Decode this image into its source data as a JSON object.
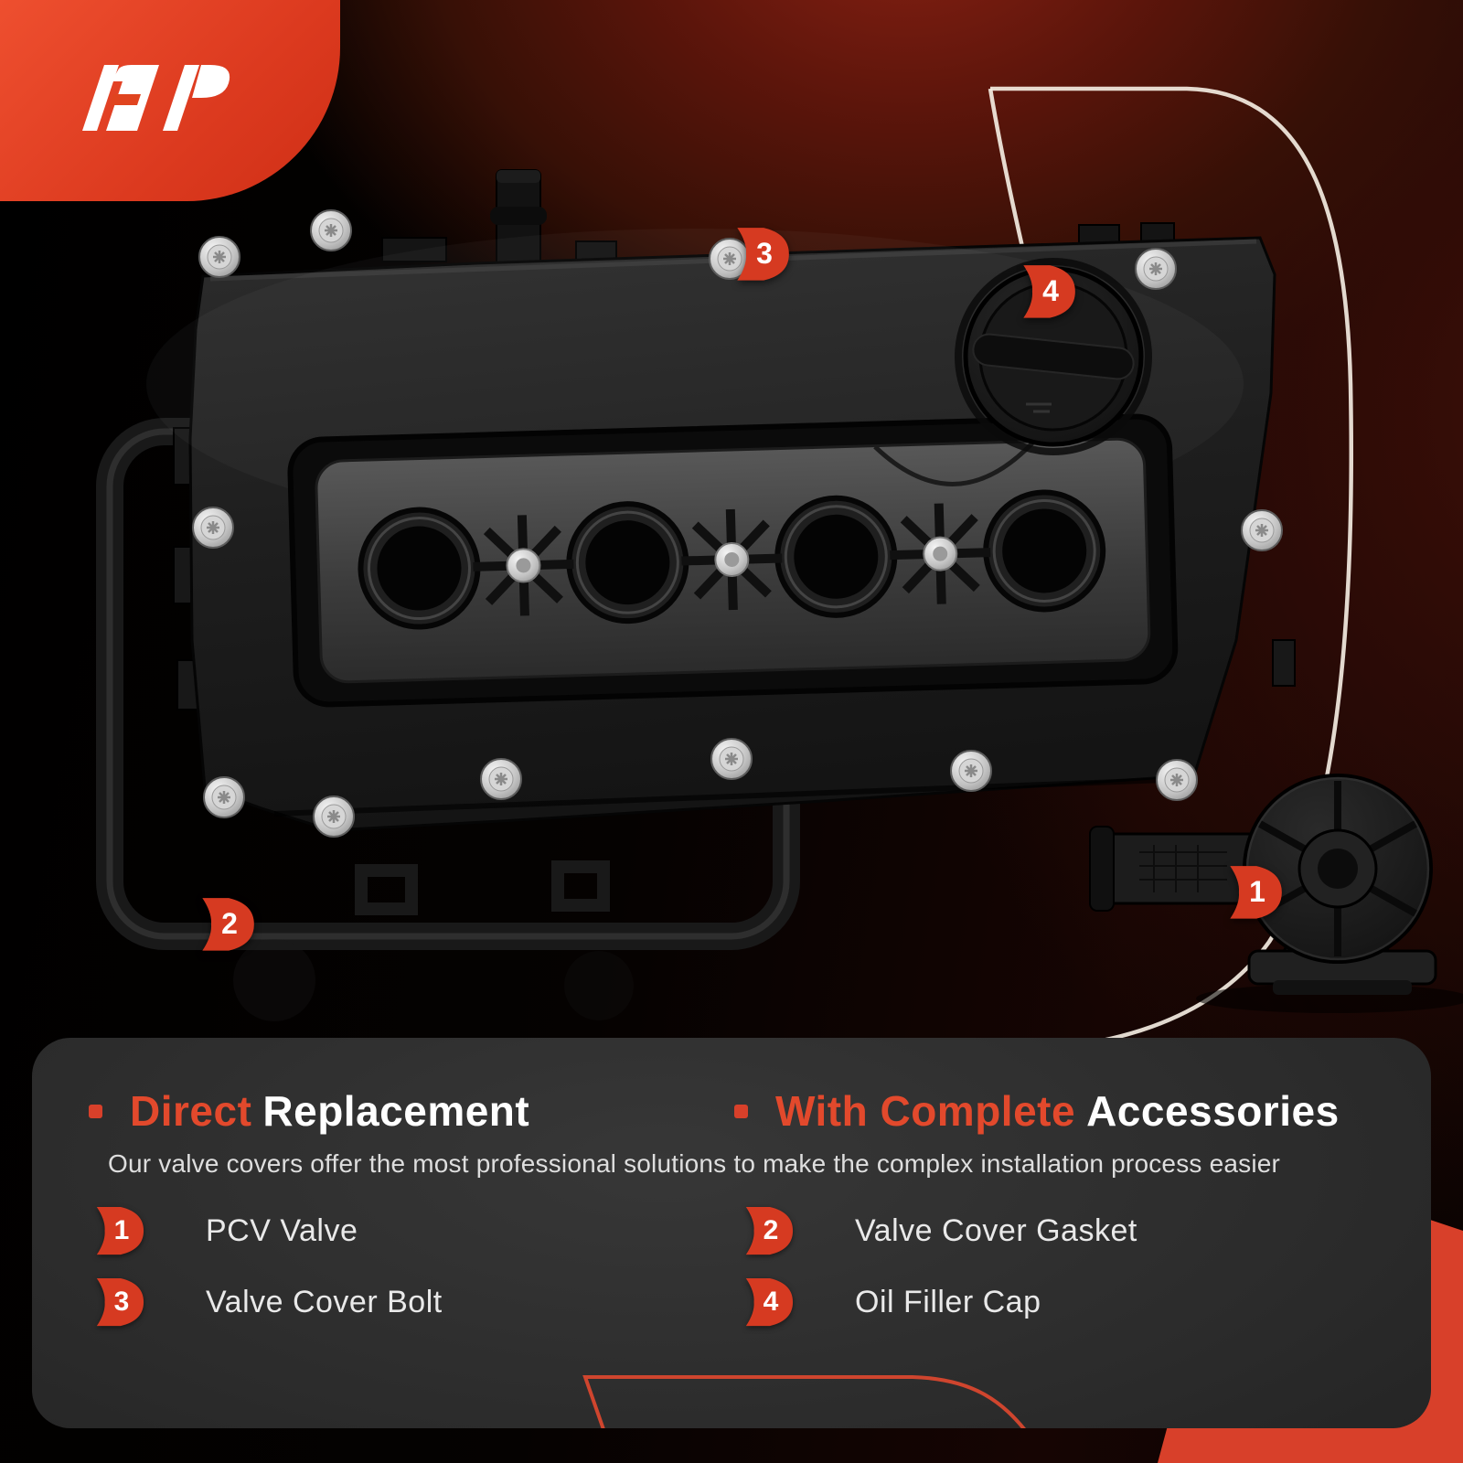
{
  "brand": {
    "logo_mark": "AP"
  },
  "callouts": [
    {
      "number": "1"
    },
    {
      "number": "2"
    },
    {
      "number": "3"
    },
    {
      "number": "4"
    }
  ],
  "panel": {
    "sections": [
      {
        "title_accent": "Direct",
        "title_rest": "Replacement"
      },
      {
        "title_accent": "With Complete",
        "title_rest": "Accessories"
      }
    ],
    "subtitle": "Our valve covers offer the most professional solutions to make the complex installation process easier",
    "items": [
      {
        "number": "1",
        "label": "PCV Valve"
      },
      {
        "number": "2",
        "label": "Valve Cover Gasket"
      },
      {
        "number": "3",
        "label": "Valve Cover Bolt"
      },
      {
        "number": "4",
        "label": "Oil Filler Cap"
      }
    ]
  },
  "colors": {
    "accent": "#e2492c",
    "badge_red": "#d63a21",
    "panel_bg": "#2d2d2d",
    "swoosh_white": "#f3ece1",
    "swoosh_red": "#cf452e"
  }
}
